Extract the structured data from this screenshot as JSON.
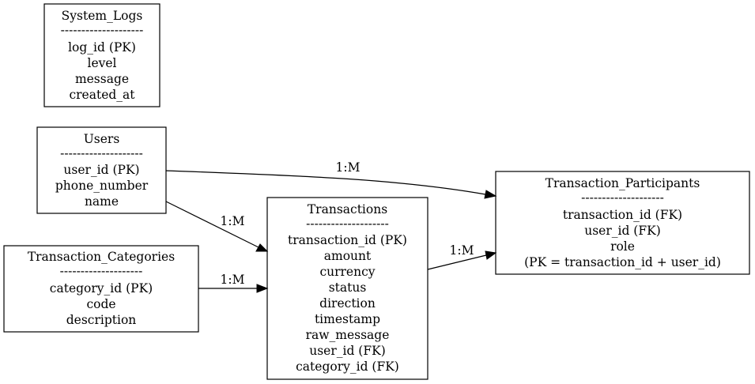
{
  "entities": {
    "system_logs": {
      "title": "System_Logs",
      "separator": "--------------------",
      "fields": [
        "log_id (PK)",
        "level",
        "message",
        "created_at"
      ]
    },
    "users": {
      "title": "Users",
      "separator": "--------------------",
      "fields": [
        "user_id (PK)",
        "phone_number",
        "name"
      ]
    },
    "transaction_categories": {
      "title": "Transaction_Categories",
      "separator": "--------------------",
      "fields": [
        "category_id (PK)",
        "code",
        "description"
      ]
    },
    "transactions": {
      "title": "Transactions",
      "separator": "--------------------",
      "fields": [
        "transaction_id (PK)",
        "amount",
        "currency",
        "status",
        "direction",
        "timestamp",
        "raw_message",
        "user_id (FK)",
        "category_id (FK)"
      ]
    },
    "transaction_participants": {
      "title": "Transaction_Participants",
      "separator": "--------------------",
      "fields": [
        "transaction_id (FK)",
        "user_id (FK)",
        "role",
        "(PK = transaction_id + user_id)"
      ]
    }
  },
  "relations": {
    "users_to_participants": {
      "label": "1:M"
    },
    "users_to_transactions": {
      "label": "1:M"
    },
    "categories_to_transactions": {
      "label": "1:M"
    },
    "transactions_to_participants": {
      "label": "1:M"
    }
  }
}
